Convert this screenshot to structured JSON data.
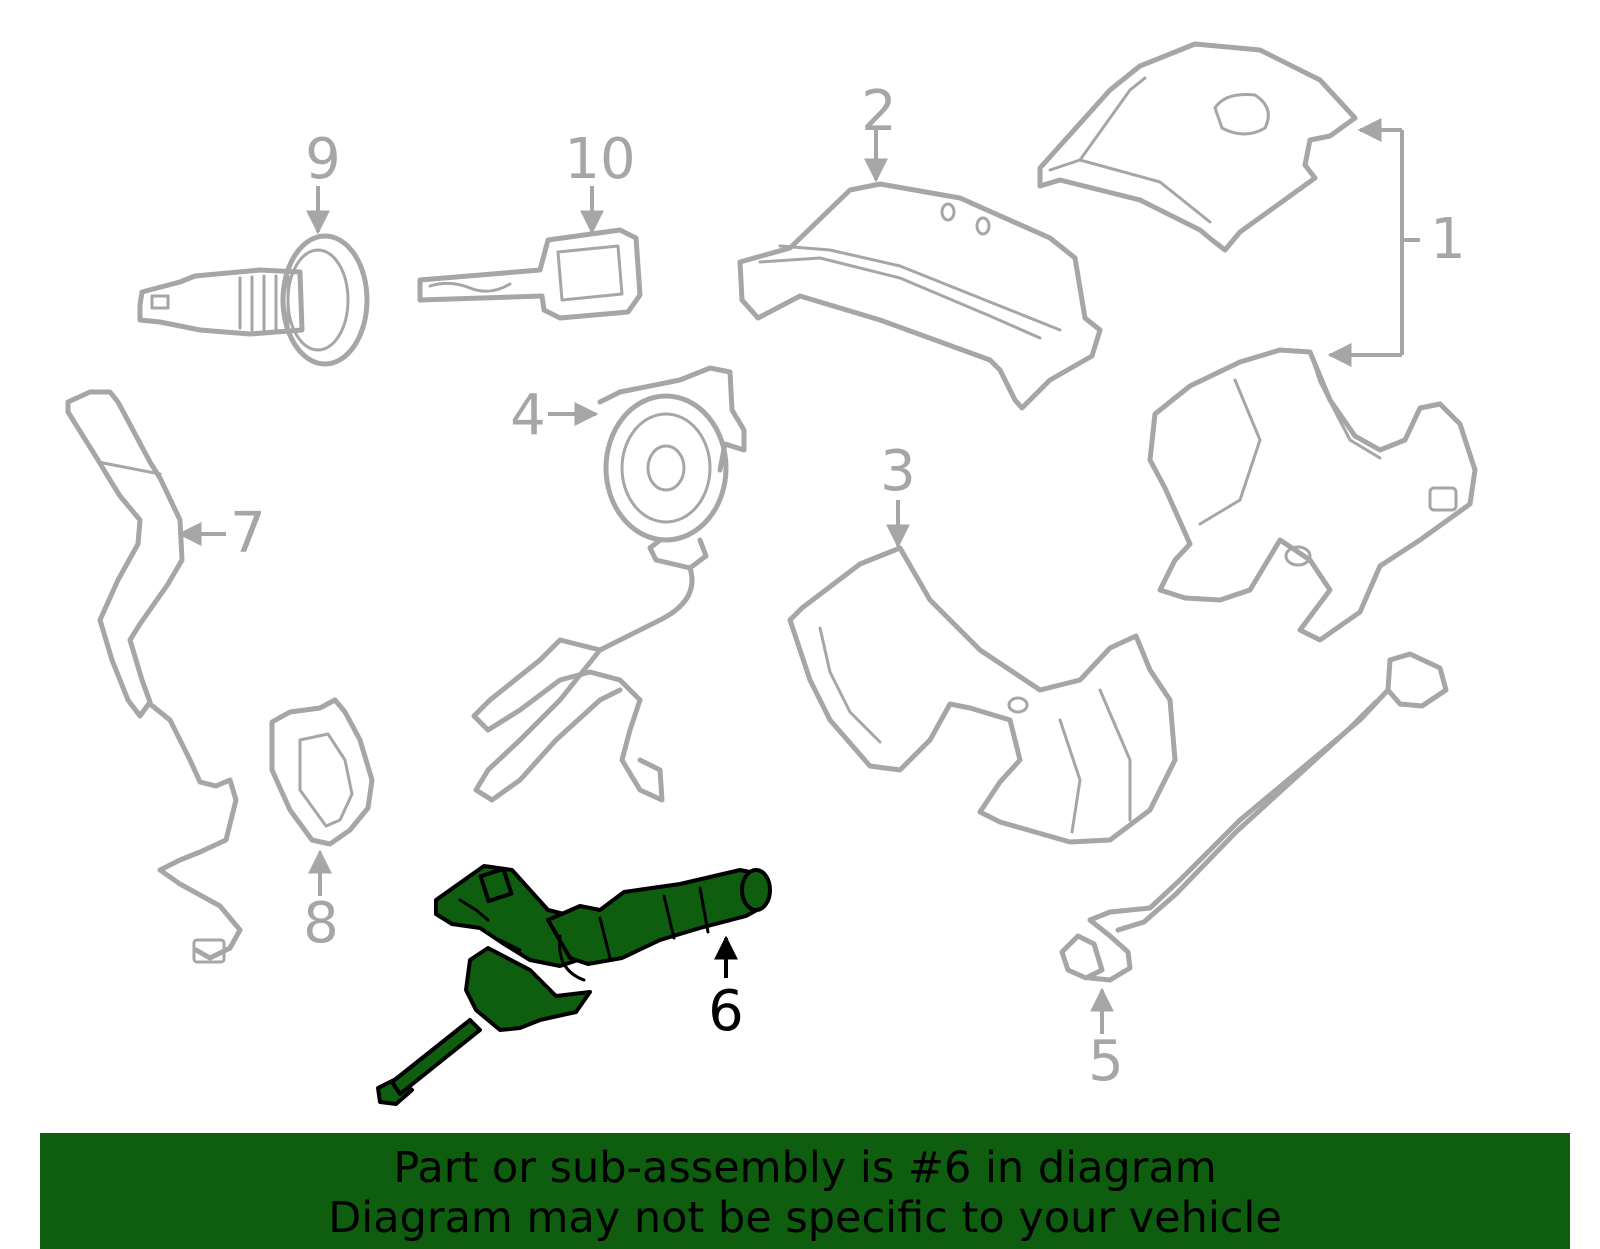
{
  "callouts": {
    "c1": "1",
    "c2": "2",
    "c3": "3",
    "c4": "4",
    "c5": "5",
    "c6": "6",
    "c7": "7",
    "c8": "8",
    "c9": "9",
    "c10": "10"
  },
  "highlighted_part": "6",
  "colors": {
    "highlight_fill": "#0f5e0f",
    "line_art": "#a6a6a6",
    "banner_bg": "#0f5e0f"
  },
  "banner": {
    "line1": "Part or sub-assembly is #6 in diagram",
    "line2": "Diagram may not be specific to your vehicle"
  }
}
